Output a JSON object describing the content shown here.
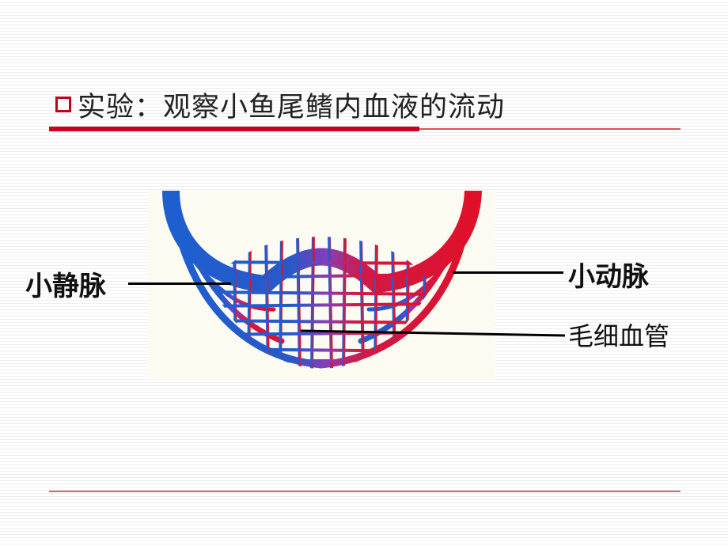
{
  "slide": {
    "title": "实验：观察小鱼尾鳍内血液的流动"
  },
  "diagram": {
    "labels": {
      "vein": "小静脉",
      "artery": "小动脉",
      "capillary": "毛细血管"
    },
    "colors": {
      "vein": "#1e5fd0",
      "artery": "#e0102a",
      "capillary": "#8a3cb8",
      "accent": "#c8001f"
    }
  }
}
